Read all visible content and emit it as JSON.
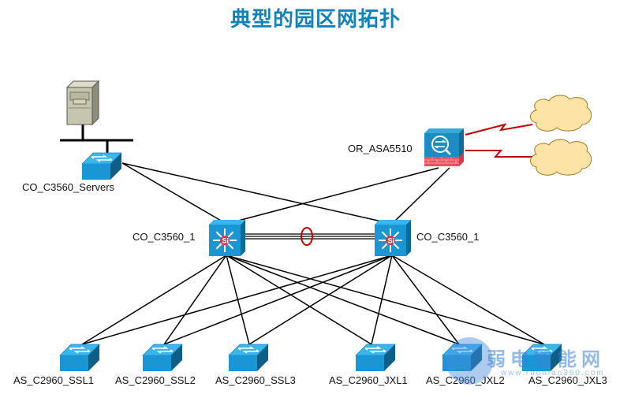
{
  "title": "典型的园区网拓扑",
  "colors": {
    "title": "#1282b8",
    "device_blue": "#1a9ad6",
    "link": "#000000",
    "wan_link": "#c00000",
    "cloud_fill": "#fde4a6",
    "cloud_stroke": "#a07820",
    "etherchannel": "#cc0000"
  },
  "nodes": {
    "server": {
      "type": "server",
      "icon": "server-icon",
      "label": ""
    },
    "servers_switch": {
      "type": "switch",
      "icon": "switch-icon",
      "label": "CO_C3560_Servers"
    },
    "firewall": {
      "type": "firewall",
      "icon": "asa-firewall-icon",
      "label": "OR_ASA5510"
    },
    "core_left": {
      "type": "l3switch",
      "icon": "layer3-switch-icon",
      "label": "CO_C3560_1"
    },
    "core_right": {
      "type": "l3switch",
      "icon": "layer3-switch-icon",
      "label": "CO_C3560_1"
    },
    "cloud_top": {
      "type": "cloud",
      "icon": "cloud-icon",
      "label": ""
    },
    "cloud_bottom": {
      "type": "cloud",
      "icon": "cloud-icon",
      "label": ""
    },
    "as1": {
      "type": "switch",
      "icon": "switch-icon",
      "label": "AS_C2960_SSL1"
    },
    "as2": {
      "type": "switch",
      "icon": "switch-icon",
      "label": "AS_C2960_SSL2"
    },
    "as3": {
      "type": "switch",
      "icon": "switch-icon",
      "label": "AS_C2960_SSL3"
    },
    "as4": {
      "type": "switch",
      "icon": "switch-icon",
      "label": "AS_C2960_JXL1"
    },
    "as5": {
      "type": "switch",
      "icon": "switch-icon",
      "label": "AS_C2960_JXL2"
    },
    "as6": {
      "type": "switch",
      "icon": "switch-icon",
      "label": "AS_C2960_JXL3"
    }
  },
  "links": [
    {
      "from": "servers_switch",
      "to": "core_left",
      "kind": "ethernet"
    },
    {
      "from": "servers_switch",
      "to": "core_right",
      "kind": "ethernet"
    },
    {
      "from": "firewall",
      "to": "core_left",
      "kind": "ethernet"
    },
    {
      "from": "firewall",
      "to": "core_right",
      "kind": "ethernet"
    },
    {
      "from": "core_left",
      "to": "core_right",
      "kind": "etherchannel"
    },
    {
      "from": "firewall",
      "to": "cloud_top",
      "kind": "serial"
    },
    {
      "from": "firewall",
      "to": "cloud_bottom",
      "kind": "serial"
    },
    {
      "from": "core_left",
      "to": "as1",
      "kind": "ethernet"
    },
    {
      "from": "core_left",
      "to": "as2",
      "kind": "ethernet"
    },
    {
      "from": "core_left",
      "to": "as3",
      "kind": "ethernet"
    },
    {
      "from": "core_left",
      "to": "as4",
      "kind": "ethernet"
    },
    {
      "from": "core_left",
      "to": "as5",
      "kind": "ethernet"
    },
    {
      "from": "core_left",
      "to": "as6",
      "kind": "ethernet"
    },
    {
      "from": "core_right",
      "to": "as1",
      "kind": "ethernet"
    },
    {
      "from": "core_right",
      "to": "as2",
      "kind": "ethernet"
    },
    {
      "from": "core_right",
      "to": "as3",
      "kind": "ethernet"
    },
    {
      "from": "core_right",
      "to": "as4",
      "kind": "ethernet"
    },
    {
      "from": "core_right",
      "to": "as5",
      "kind": "ethernet"
    },
    {
      "from": "core_right",
      "to": "as6",
      "kind": "ethernet"
    }
  ],
  "watermark": {
    "text": "弱电智能网",
    "url": "www.ruodian360.com"
  }
}
